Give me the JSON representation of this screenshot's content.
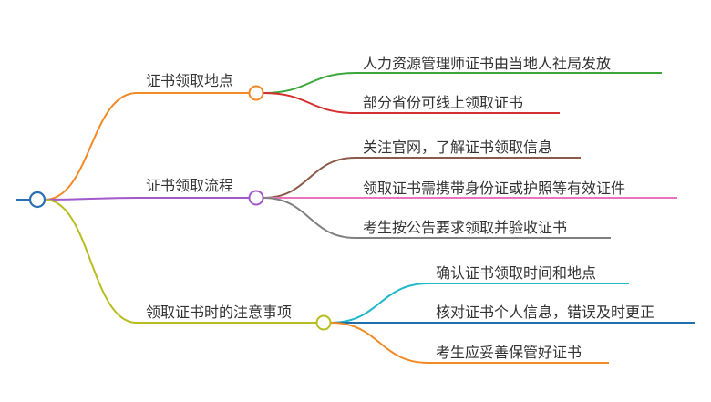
{
  "mindmap": {
    "branches": [
      {
        "label": "证书领取地点",
        "color": "#f08a24",
        "children": [
          {
            "label": "人力资源管理师证书由当地人社局发放",
            "color": "#3aa63a"
          },
          {
            "label": "部分省份可线上领取证书",
            "color": "#d62f2f"
          }
        ]
      },
      {
        "label": "证书领取流程",
        "color": "#a259c9",
        "children": [
          {
            "label": "关注官网，了解证书领取信息",
            "color": "#8c5a4a"
          },
          {
            "label": "领取证书需携带身份证或护照等有效证件",
            "color": "#e874c0"
          },
          {
            "label": "考生按公告要求领取并验收证书",
            "color": "#808080"
          }
        ]
      },
      {
        "label": "领取证书时的注意事项",
        "color": "#b8bd1f",
        "children": [
          {
            "label": "确认证书领取时间和地点",
            "color": "#1fb8c9"
          },
          {
            "label": "核对证书个人信息，错误及时更正",
            "color": "#1f6fad"
          },
          {
            "label": "考生应妥善保管好证书",
            "color": "#f08a24"
          }
        ]
      }
    ],
    "colors": {
      "root": "#2a6eb3",
      "text": "#333333",
      "node_fill": "#ffffff"
    }
  }
}
